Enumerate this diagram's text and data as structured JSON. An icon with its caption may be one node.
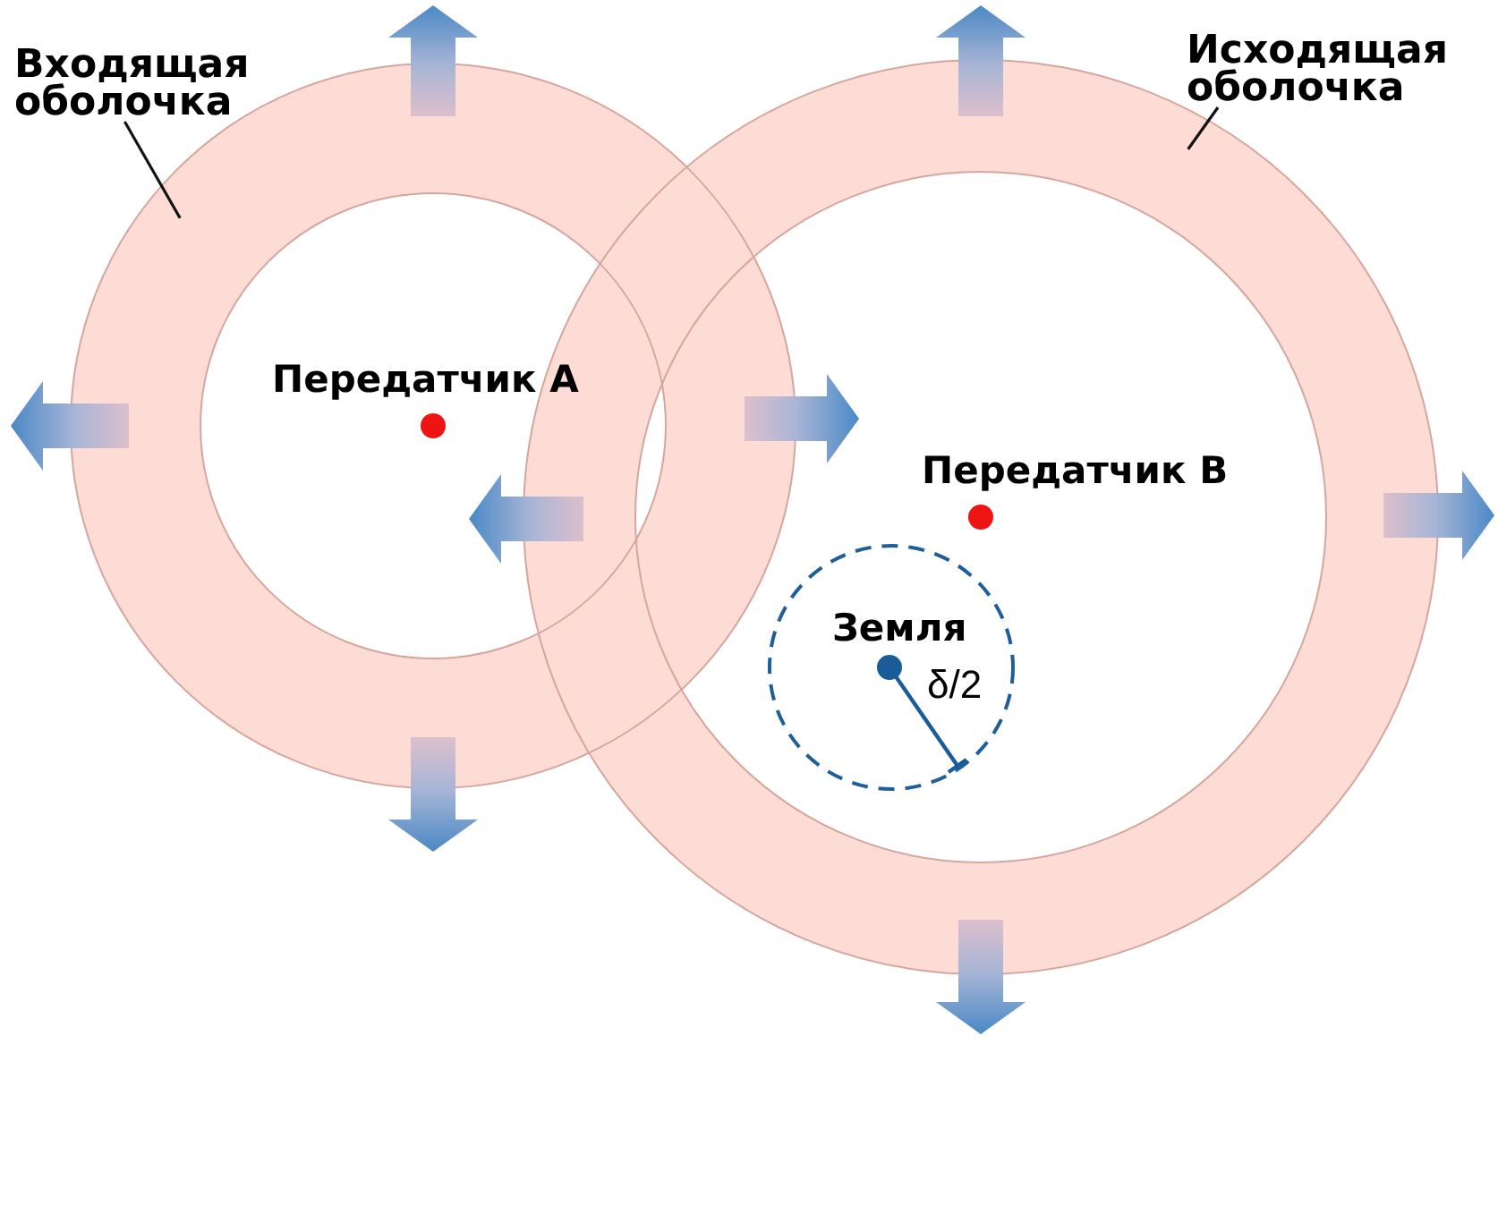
{
  "diagram": {
    "nodes": [
      {
        "text": [
          "Входящая оболочка"
        ]
      },
      {
        "text": [],
        "shape": "ring"
      },
      {
        "text": [
          "Исходящая оболочка"
        ]
      },
      {
        "text": [],
        "shape": "ring"
      },
      {
        "text": [
          "Земля"
        ],
        "in": 3
      }
    ],
    "edges": [
      {
        "from": 0,
        "to": 1,
        "arrow": "none"
      },
      {
        "from": 2,
        "to": 3,
        "arrow": "none"
      }
    ],
    "labels": [
      "Передатчик A",
      "Передатчик B",
      "δ/2"
    ]
  }
}
